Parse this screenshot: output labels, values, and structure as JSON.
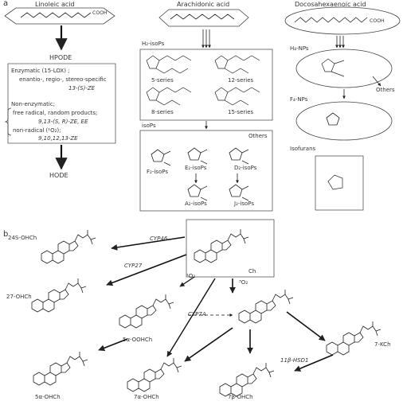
{
  "panel_a": {
    "label": "a",
    "linoleic": {
      "title": "Linoleic acid",
      "cooh": "COOH",
      "hpode": "HPODE",
      "enzymatic": "Enzymatic (15-LOX) ;",
      "specific": "enantio-, regio-, stereo-specific",
      "product_13s": "13-(S)-ZE",
      "nonenzymatic": "Non-enzymatic;",
      "free_radical": "free radical, random products;",
      "product_913": "9,13-(S, R)-ZE, EE",
      "nonradical": "non-radical (¹O₂);",
      "product_91012": "9,10,12,13-ZE",
      "hode": "HODE"
    },
    "arachidonic": {
      "title": "Arachidonic acid",
      "h2_isops": "H₂-isoPs",
      "series": [
        "5-series",
        "12-series",
        "8-series",
        "15-series"
      ],
      "isops": "isoPs",
      "others": "Others",
      "products": [
        "F₂-isoPs",
        "E₂-isoPs",
        "D₂-isoPs",
        "A₂-isoPs",
        "J₂-isoPs"
      ]
    },
    "dha": {
      "title": "Docosahexaenoic acid",
      "cooh": "COOH",
      "h4_nps": "H₄-NPs",
      "others": "Others",
      "f4_nps": "F₄-NPs",
      "isofurans": "Isofurans"
    }
  },
  "panel_b": {
    "label": "b",
    "compounds": [
      "24S-OHCh",
      "Ch",
      "27-OHCh",
      "5α-OOHCh",
      "7-KCh",
      "5α-OHCh",
      "7α-OHCh",
      "7β-OHCh"
    ],
    "enzymes": [
      "CYP46",
      "CYP27",
      "CYP7A",
      "11β-HSD1"
    ],
    "singlet": "¹O₂",
    "triplet": "³O₂"
  }
}
